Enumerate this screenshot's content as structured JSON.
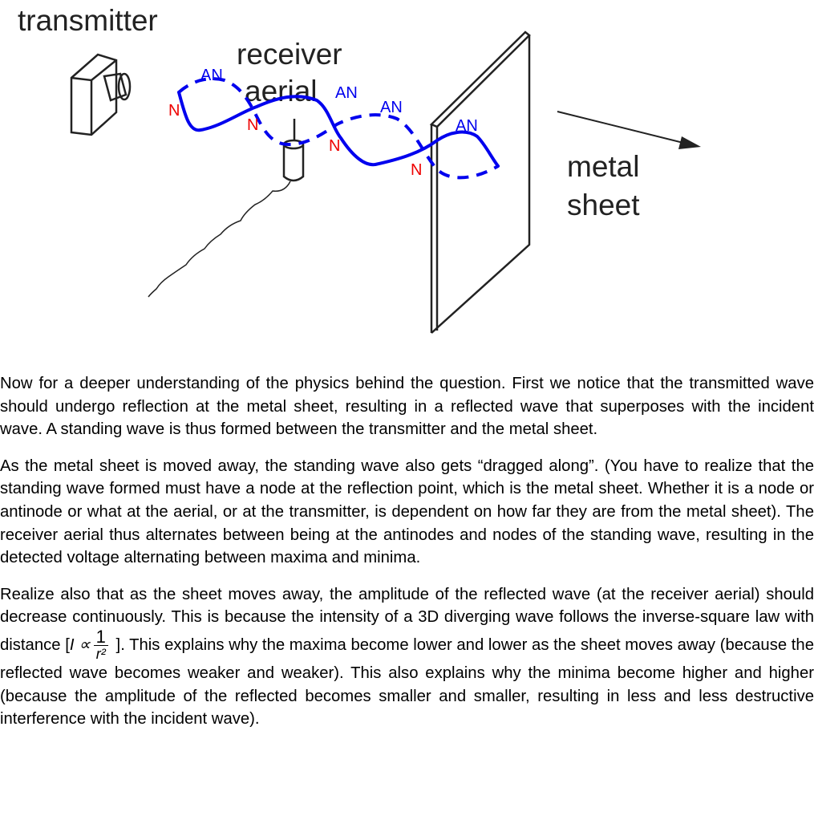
{
  "diagram": {
    "transmitter_label": "transmitter",
    "receiver_label": "receiver",
    "aerial_label": "aerial",
    "metal_label": "metal",
    "sheet_label": "sheet",
    "antinode_labels": [
      "AN",
      "AN",
      "AN",
      "AN"
    ],
    "node_labels": [
      "N",
      "N",
      "N",
      "N"
    ],
    "colors": {
      "wave": "#0000ee",
      "node": "#ee0000",
      "drawing": "#222222"
    }
  },
  "paragraphs": [
    "Now for a deeper understanding of the physics behind the question. First we notice that the transmitted wave should undergo reflection at the metal sheet, resulting in a reflected wave that superposes with the incident wave. A standing wave is thus formed between the transmitter and the metal sheet.",
    "As the metal sheet is moved away, the standing wave also gets “dragged along”. (You have to realize that the standing wave formed must have a node at the reflection point, which is the metal sheet. Whether it is a node or antinode or what at the aerial, or at the transmitter, is dependent on how far they are from the metal sheet). The receiver aerial thus alternates between being at the antinodes and nodes of the standing wave, resulting in the detected voltage alternating between maxima and minima."
  ],
  "paragraph3": {
    "before": "Realize also that as the sheet moves away, the amplitude of the reflected wave (at the receiver aerial) should decrease continuously. This is because the intensity of a 3D diverging wave follows the inverse-square law with distance [",
    "formula_lhs": "I ∝",
    "formula_num": "1",
    "formula_den": "r²",
    "after": " ]. This explains why the maxima become lower and lower as the sheet moves away (because the reflected wave becomes weaker and weaker). This also explains why the minima become higher and higher (because the amplitude of the reflected becomes smaller and smaller, resulting in less and less destructive interference with the incident wave)."
  }
}
